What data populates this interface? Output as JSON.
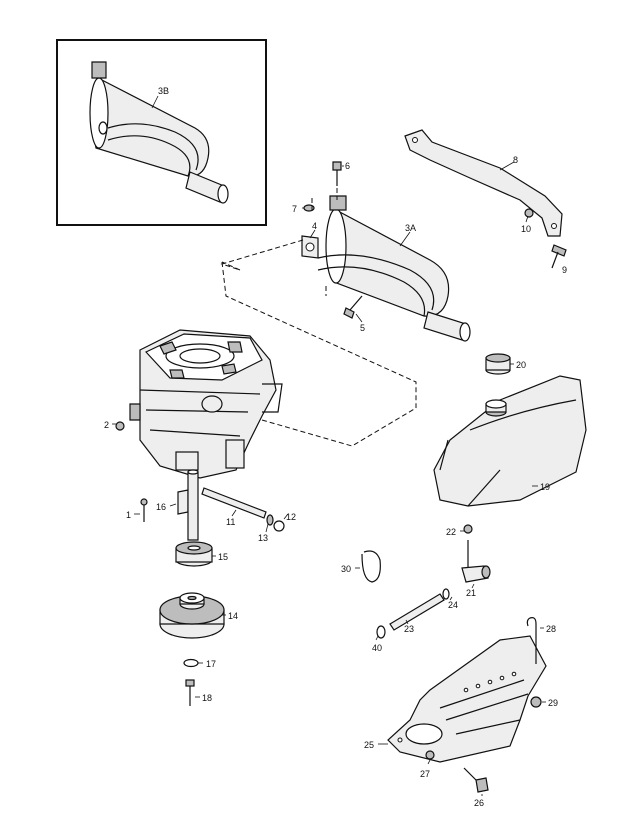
{
  "callouts": {
    "c1": "1",
    "c2": "2",
    "c3a": "3A",
    "c3b": "3B",
    "c4": "4",
    "c5": "5",
    "c6": "6",
    "c7": "7",
    "c8": "8",
    "c9": "9",
    "c10": "10",
    "c11": "11",
    "c12": "12",
    "c13": "13",
    "c14": "14",
    "c15": "15",
    "c16": "16",
    "c17": "17",
    "c18": "18",
    "c19": "19",
    "c20": "20",
    "c21": "21",
    "c22": "22",
    "c23": "23",
    "c24": "24",
    "c25": "25",
    "c26": "26",
    "c27": "27",
    "c28": "28",
    "c29": "29",
    "c30": "30",
    "c40": "40"
  }
}
